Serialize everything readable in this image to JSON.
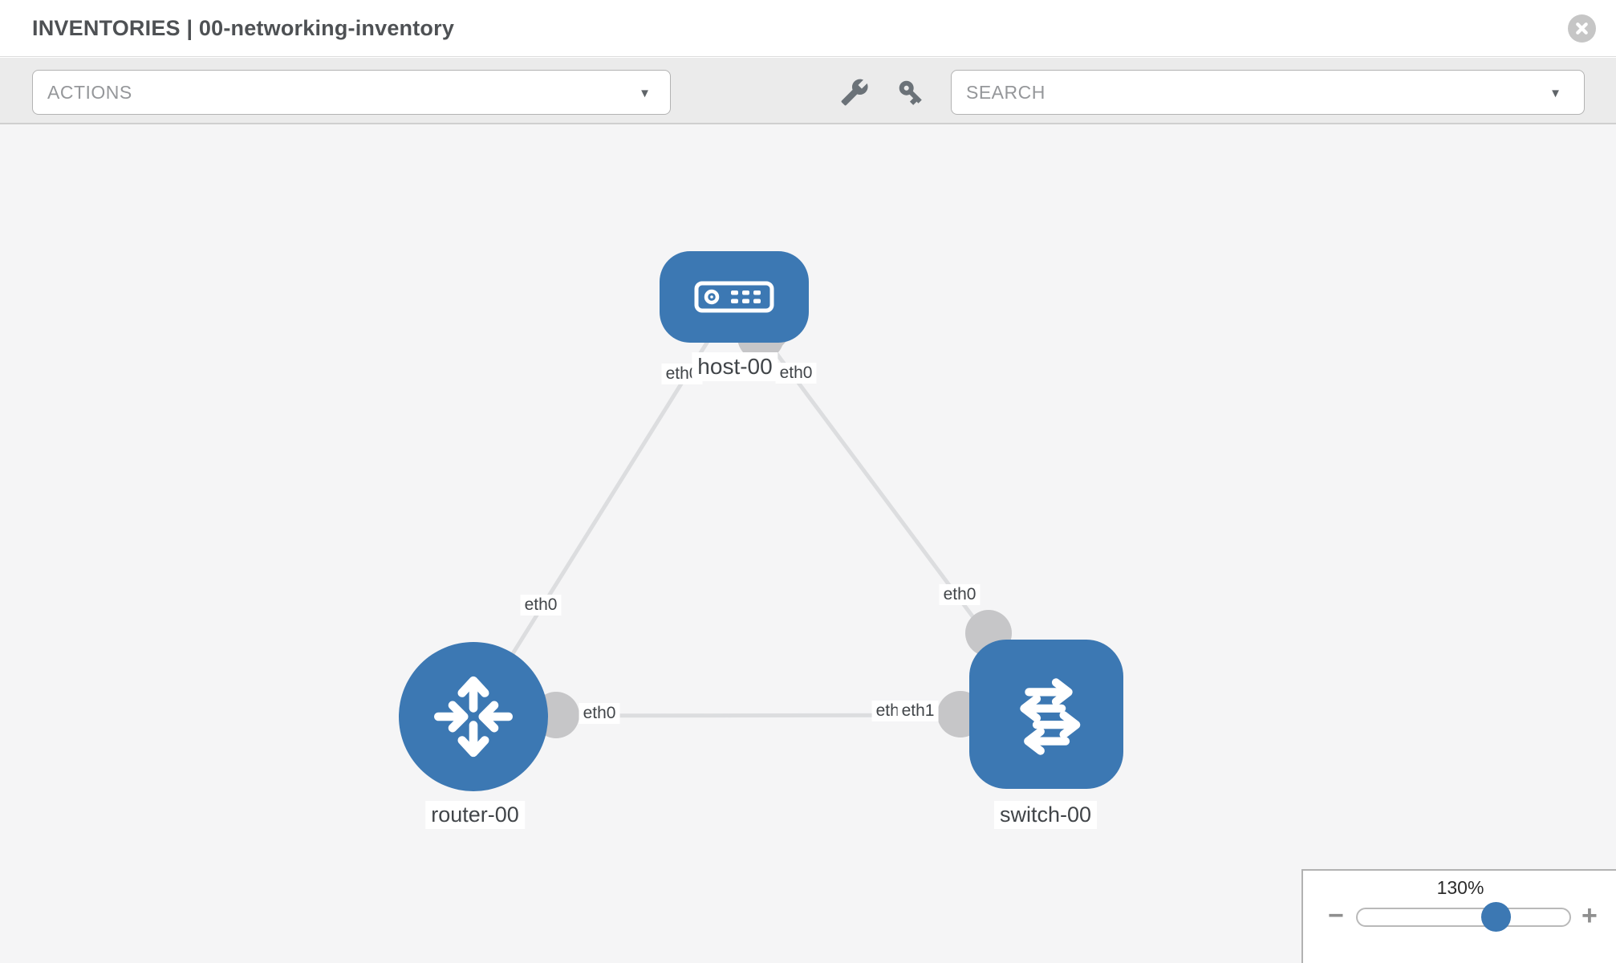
{
  "header": {
    "title": "INVENTORIES | 00-networking-inventory"
  },
  "toolbar": {
    "actions_label": "ACTIONS",
    "search_placeholder": "SEARCH",
    "caret_glyph": "▼",
    "icons": [
      "wrench-icon",
      "key-icon"
    ]
  },
  "colors": {
    "node_blue": "#3c78b3",
    "link_gray": "#dcdddf",
    "connector_gray": "#c6c6c8",
    "canvas_bg": "#f5f5f6",
    "toolbar_bg": "#ebebeb"
  },
  "topology": {
    "nodes": [
      {
        "id": "host-00",
        "type": "host",
        "label": "host-00"
      },
      {
        "id": "router-00",
        "type": "router",
        "label": "router-00"
      },
      {
        "id": "switch-00",
        "type": "switch",
        "label": "switch-00"
      }
    ],
    "links": [
      {
        "from": "host-00",
        "to": "router-00",
        "from_iface": "eth0",
        "to_iface": "eth0"
      },
      {
        "from": "host-00",
        "to": "switch-00",
        "from_iface": "eth0",
        "to_iface": "eth0"
      },
      {
        "from": "router-00",
        "to": "switch-00",
        "from_iface": "eth0",
        "to_iface": "eth1"
      }
    ],
    "interface_labels": [
      {
        "text": "eth0"
      },
      {
        "text": "eth0"
      },
      {
        "text": "eth0"
      },
      {
        "text": "eth0"
      },
      {
        "text": "eth0"
      },
      {
        "text": "eth0"
      },
      {
        "text": "eth1"
      }
    ]
  },
  "zoom_control": {
    "value": "130%",
    "minus": "−",
    "plus": "+"
  }
}
